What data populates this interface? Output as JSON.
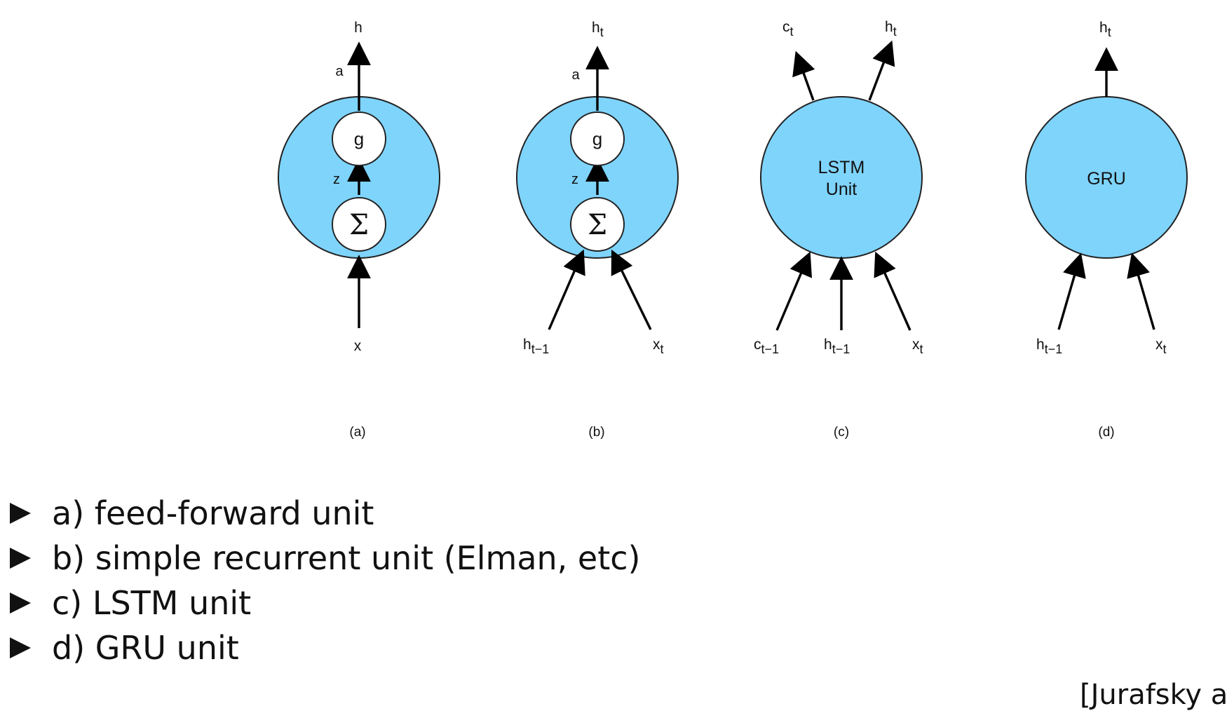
{
  "units": [
    {
      "caption": "(a)",
      "output": "h",
      "output_arrow_label": "a",
      "activation": "g",
      "preactivation_label": "z",
      "sum_symbol": "Σ",
      "input": "x"
    },
    {
      "caption": "(b)",
      "output": "h",
      "output_sub": "t",
      "output_arrow_label": "a",
      "activation": "g",
      "preactivation_label": "z",
      "sum_symbol": "Σ",
      "input_prev": "h",
      "input_prev_sub": "t−1",
      "input_x": "x",
      "input_x_sub": "t"
    },
    {
      "caption": "(c)",
      "name_line1": "LSTM",
      "name_line2": "Unit",
      "out_c": "c",
      "out_c_sub": "t",
      "out_h": "h",
      "out_h_sub": "t",
      "in_c": "c",
      "in_c_sub": "t−1",
      "in_h": "h",
      "in_h_sub": "t−1",
      "in_x": "x",
      "in_x_sub": "t"
    },
    {
      "caption": "(d)",
      "name": "GRU",
      "output": "h",
      "output_sub": "t",
      "in_h": "h",
      "in_h_sub": "t−1",
      "in_x": "x",
      "in_x_sub": "t"
    }
  ],
  "bullets": [
    "a) feed-forward unit",
    "b) simple recurrent unit (Elman, etc)",
    "c) LSTM unit",
    "d) GRU unit"
  ],
  "citation": "[Jurafsky a",
  "colors": {
    "unit_fill": "#7fd4fc",
    "stroke": "#222222"
  }
}
